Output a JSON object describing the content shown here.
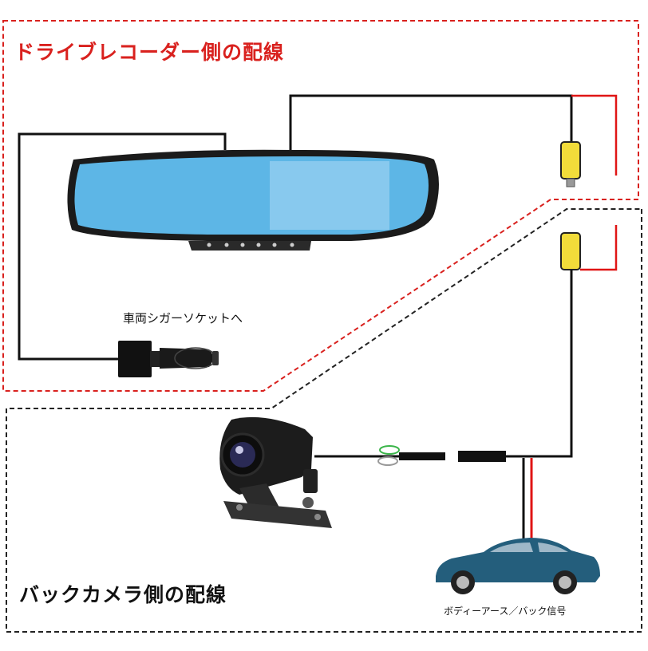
{
  "sections": {
    "recorder_wiring_title": "ドライブレコーダー側の配線",
    "backcam_wiring_title": "バックカメラ側の配線"
  },
  "labels": {
    "cigar_socket": "車両シガーソケットへ",
    "body_ground_back_signal": "ボディーアース／バック信号"
  },
  "colors": {
    "section_title_red": "#d9211e",
    "recorder_border": "#d9211e",
    "backcam_border": "#222222",
    "wire_black": "#111111",
    "wire_red": "#e01515",
    "connector_yellow": "#f2dc3a",
    "mirror_screen": "#5db6e6",
    "car_body": "#245e7c"
  },
  "icons": {
    "mirror": "rearview-mirror-dashcam-icon",
    "camera": "backup-camera-icon",
    "car": "sedan-car-icon",
    "plug": "cigarette-lighter-plug-icon"
  }
}
